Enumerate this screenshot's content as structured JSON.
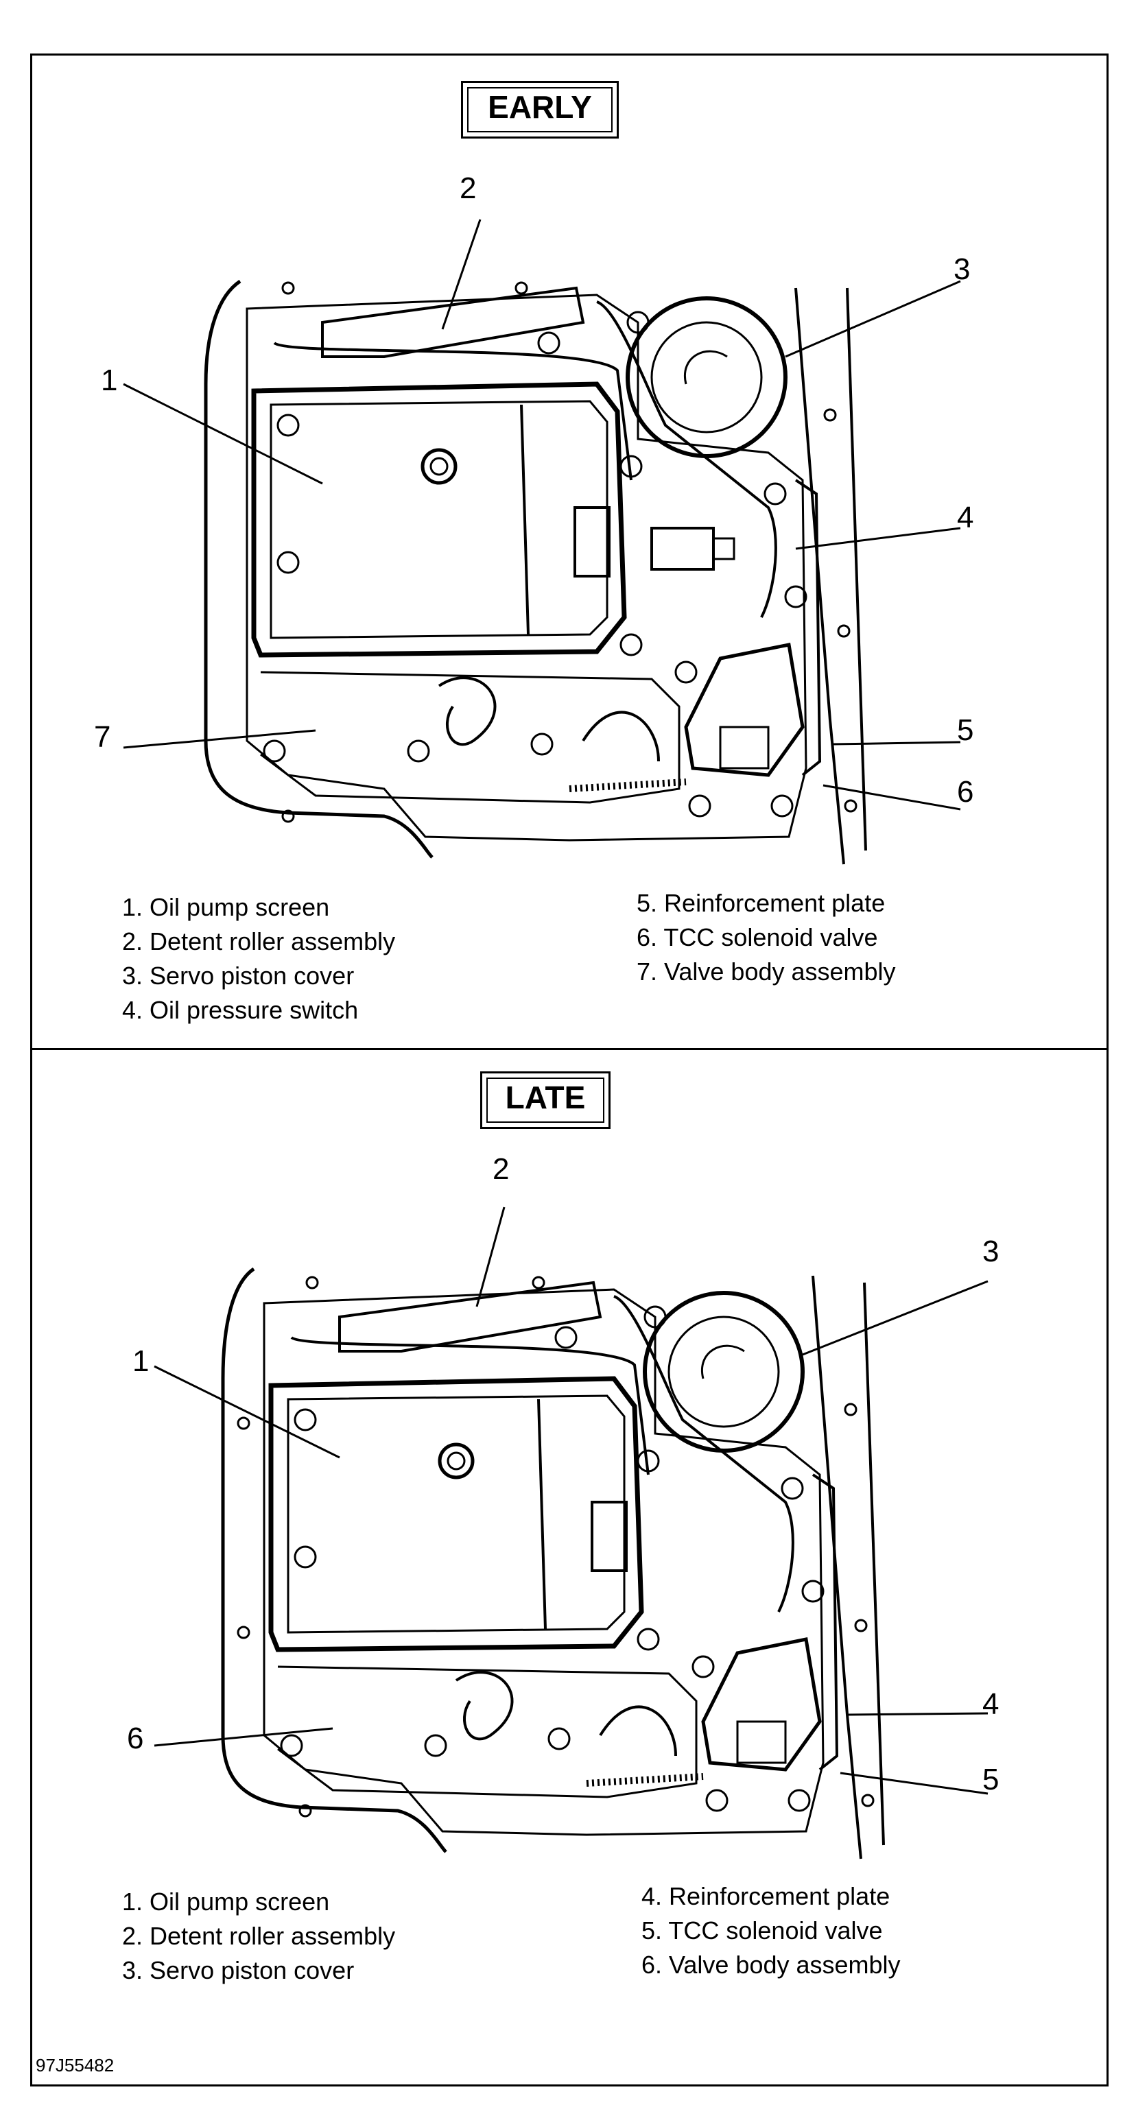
{
  "panels": [
    {
      "title": "EARLY",
      "callouts": [
        "1",
        "2",
        "3",
        "4",
        "5",
        "6",
        "7"
      ],
      "legend_left": [
        {
          "num": "1.",
          "text": "Oil pump screen"
        },
        {
          "num": "2.",
          "text": "Detent roller assembly"
        },
        {
          "num": "3.",
          "text": "Servo piston cover"
        },
        {
          "num": "4.",
          "text": "Oil pressure switch"
        }
      ],
      "legend_right": [
        {
          "num": "5.",
          "text": "Reinforcement plate"
        },
        {
          "num": "6.",
          "text": "TCC solenoid valve"
        },
        {
          "num": "7.",
          "text": "Valve body assembly"
        }
      ]
    },
    {
      "title": "LATE",
      "callouts": [
        "1",
        "2",
        "3",
        "4",
        "5",
        "6"
      ],
      "legend_left": [
        {
          "num": "1.",
          "text": "Oil pump screen"
        },
        {
          "num": "2.",
          "text": "Detent roller assembly"
        },
        {
          "num": "3.",
          "text": "Servo piston cover"
        }
      ],
      "legend_right": [
        {
          "num": "4.",
          "text": "Reinforcement plate"
        },
        {
          "num": "5.",
          "text": "TCC solenoid valve"
        },
        {
          "num": "6.",
          "text": "Valve body assembly"
        }
      ]
    }
  ],
  "figure_id": "97J55482"
}
